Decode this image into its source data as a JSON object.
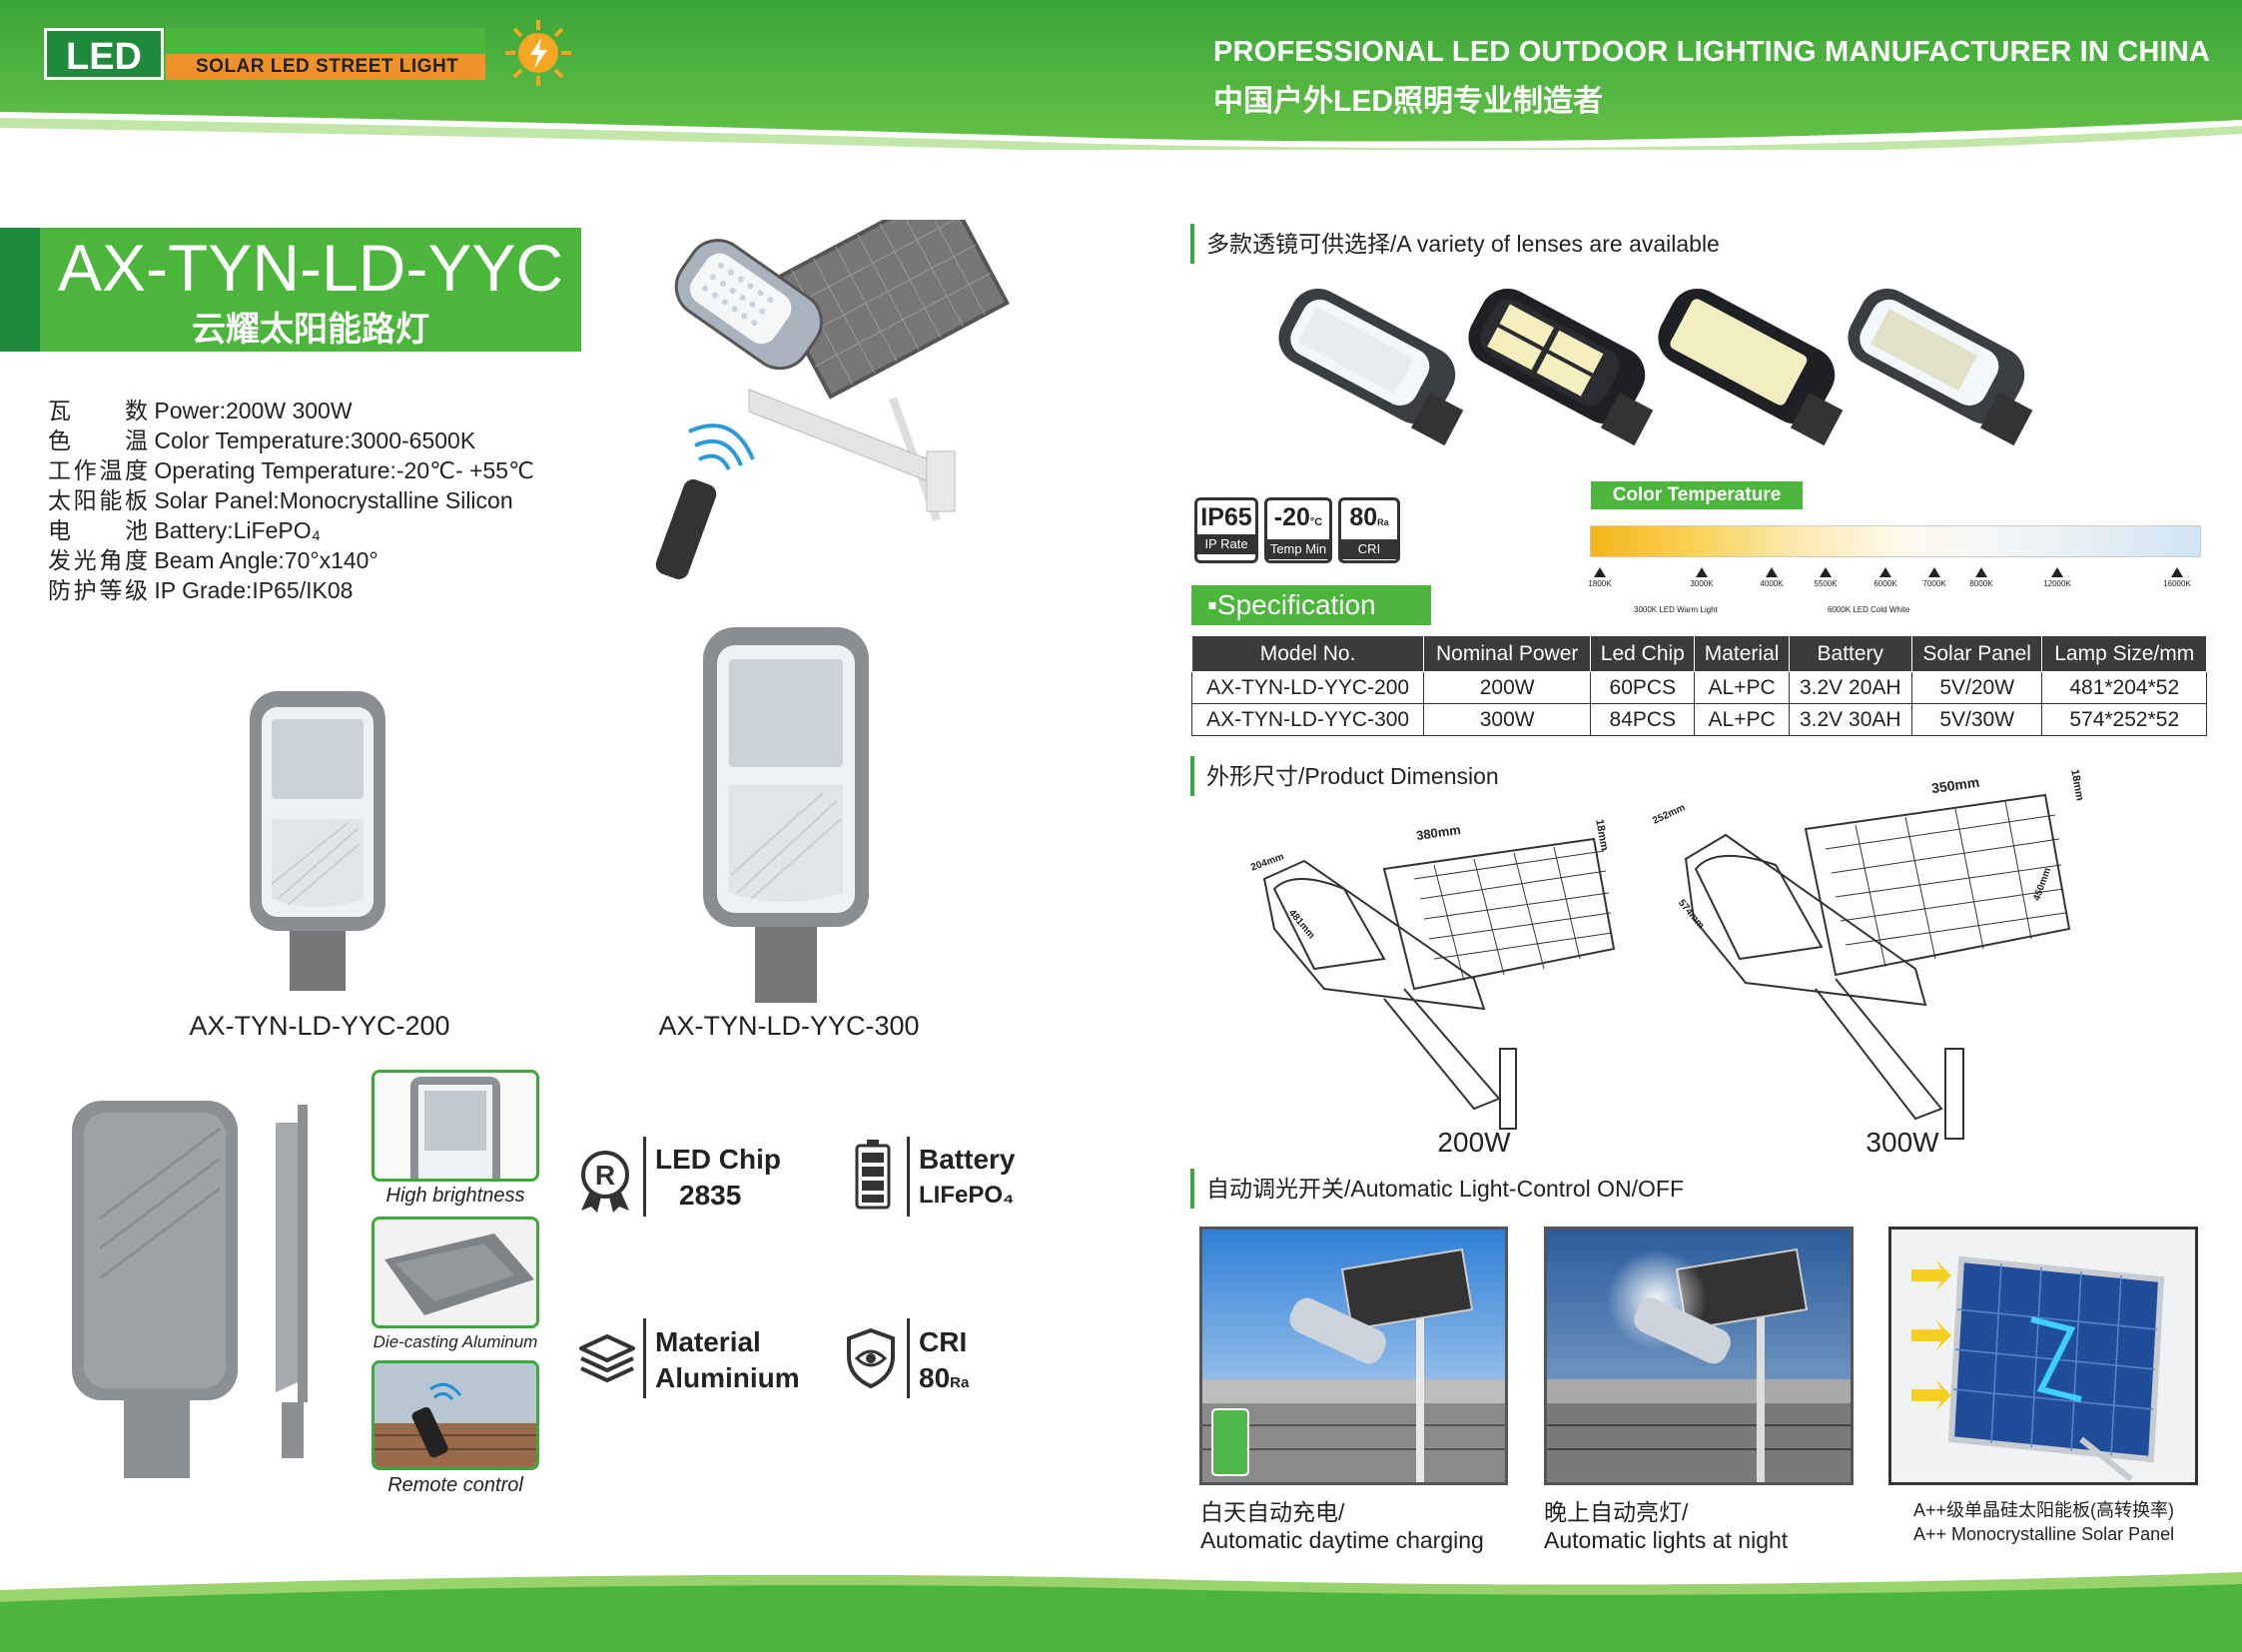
{
  "header": {
    "logo_led": "LED",
    "logo_tagline": "SOLAR  LED  STREET  LIGHT",
    "slogan_en": "PROFESSIONAL LED OUTDOOR LIGHTING MANUFACTURER IN CHINA",
    "slogan_cn": "中国户外LED照明专业制造者"
  },
  "product": {
    "model": "AX-TYN-LD-YYC",
    "name_cn": "云耀太阳能路灯",
    "specs": [
      {
        "key_cn": "瓦数",
        "value": "Power:200W 300W"
      },
      {
        "key_cn": "色温",
        "value": "Color Temperature:3000-6500K"
      },
      {
        "key_cn": "工作温度",
        "value": "Operating Temperature:-20℃- +55℃"
      },
      {
        "key_cn": "太阳能板",
        "value": "Solar Panel:Monocrystalline Silicon"
      },
      {
        "key_cn": "电池",
        "value": "Battery:LiFePO₄"
      },
      {
        "key_cn": "发光角度",
        "value": "Beam Angle:70°x140°"
      },
      {
        "key_cn": "防护等级",
        "value": "IP Grade:IP65/IK08"
      }
    ],
    "variants": [
      "AX-TYN-LD-YYC-200",
      "AX-TYN-LD-YYC-300"
    ]
  },
  "features": [
    {
      "caption": "High brightness"
    },
    {
      "caption": "Die-casting Aluminum"
    },
    {
      "caption": "Remote control"
    }
  ],
  "icons": [
    {
      "title": "LED Chip",
      "sub": "2835",
      "icon": "led-chip-icon"
    },
    {
      "title": "Battery",
      "sub": "LIFePO₄",
      "icon": "battery-icon"
    },
    {
      "title": "Material",
      "sub": "Aluminium",
      "icon": "layers-icon"
    },
    {
      "title": "CRI",
      "sub": "80",
      "sub_small": "Ra",
      "icon": "eye-shield-icon"
    }
  ],
  "lenses_heading": "多款透镜可供选择/A variety of lenses are available",
  "badges": [
    {
      "top": "IP65",
      "bottom": "IP Rate"
    },
    {
      "top": "-20",
      "unit": "°C",
      "bottom": "Temp Min"
    },
    {
      "top": "80",
      "unit": "Ra",
      "bottom": "CRI"
    }
  ],
  "specification_label": "▪Specification",
  "color_temperature": {
    "label": "Color Temperature",
    "ticks": [
      "1800K",
      "3000K",
      "4000K",
      "5500K",
      "6000K",
      "7000K",
      "8000K",
      "12000K",
      "16000K"
    ],
    "note_warm": "3000K LED Warm Light",
    "note_cold": "6000K LED Cold White"
  },
  "spec_table": {
    "headers": [
      "Model No.",
      "Nominal Power",
      "Led Chip",
      "Material",
      "Battery",
      "Solar Panel",
      "Lamp Size/mm"
    ],
    "rows": [
      [
        "AX-TYN-LD-YYC-200",
        "200W",
        "60PCS",
        "AL+PC",
        "3.2V 20AH",
        "5V/20W",
        "481*204*52"
      ],
      [
        "AX-TYN-LD-YYC-300",
        "300W",
        "84PCS",
        "AL+PC",
        "3.2V 30AH",
        "5V/30W",
        "574*252*52"
      ]
    ]
  },
  "dimension": {
    "heading": "外形尺寸/Product Dimension",
    "captions": [
      "200W",
      "300W"
    ],
    "labels_200": [
      "380mm",
      "18mm",
      "204mm",
      "481mm"
    ],
    "labels_300": [
      "350mm",
      "18mm",
      "252mm",
      "574mm",
      "450mm"
    ]
  },
  "auto": {
    "heading": "自动调光开关/Automatic Light-Control ON/OFF",
    "photos": [
      {
        "cn": "白天自动充电/",
        "en": "Automatic daytime charging"
      },
      {
        "cn": "晚上自动亮灯/",
        "en": "Automatic lights at night"
      },
      {
        "cn": "A++级单晶硅太阳能板(高转换率)",
        "en": "A++ Monocrystalline Solar Panel"
      }
    ]
  },
  "colors": {
    "green": "#4cb63c",
    "dark_green": "#1f8a3a",
    "orange": "#f0922a",
    "table_head": "#3b3b3b"
  }
}
